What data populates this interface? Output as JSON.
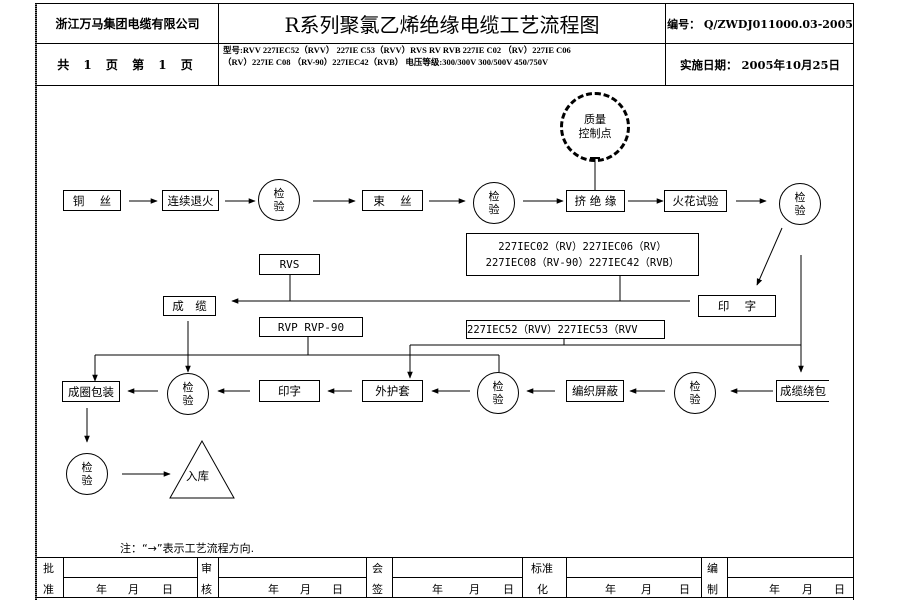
{
  "header": {
    "company": "浙江万马集团电缆有限公司",
    "title": "R系列聚氯乙烯绝缘电缆工艺流程图",
    "doc_code": "编号： Q/ZWDJ011000.03-2005",
    "pages": "共 1 页 第 1 页",
    "model_line1": "型号:RVV 227IEC52（RVV） 227IE C53（RVV）RVS RV RVB 227IE C02 （RV）227IE C06",
    "model_line2": "（RV）227IE C08 （RV-90）227IEC42（RVB） 电压等级:300/300V 300/500V 450/750V",
    "effective_date": "实施日期： 2005年10月25日"
  },
  "flow": {
    "row1": {
      "copper_wire": "铜　 丝",
      "annealing": "连续退火",
      "inspect1": [
        "检",
        "验"
      ],
      "bunching": "束　 丝",
      "inspect2": [
        "检",
        "验"
      ],
      "insulation_extrusion": "挤 绝 缘",
      "spark_test": "火花试验",
      "inspect3": [
        "检",
        "验"
      ]
    },
    "quality_control_point": [
      "质量",
      "控制点"
    ],
    "model_group_a": [
      "227IEC02（RV）227IEC06（RV）",
      "227IEC08（RV-90）227IEC42（RVB）"
    ],
    "rvs_label": "RVS",
    "cabling": "成　缆",
    "marking_right": "印　 字",
    "rvp_label": "RVP RVP-90",
    "model_group_b": "227IEC52（RVV）227IEC53（RVV",
    "row3": {
      "coil_packing": "成圈包装",
      "inspect4": [
        "检",
        "验"
      ],
      "marking": "印字",
      "outer_sheath": "外护套",
      "inspect5": [
        "检",
        "验"
      ],
      "braid_shield": "编织屏蔽",
      "inspect6": [
        "检",
        "验"
      ],
      "cabling_wrapping": "成缆绕包"
    },
    "inspect7": [
      "检",
      "验"
    ],
    "storage": "入库"
  },
  "note": "注：“→”表示工艺流程方向.",
  "signoff": {
    "approve": [
      "批",
      "准"
    ],
    "review": [
      "审",
      "核"
    ],
    "countersign": [
      "会",
      "签"
    ],
    "standardize": [
      "标准",
      "化"
    ],
    "prepare": [
      "编",
      "制"
    ],
    "date_labels": [
      "年",
      "月",
      "日"
    ]
  }
}
